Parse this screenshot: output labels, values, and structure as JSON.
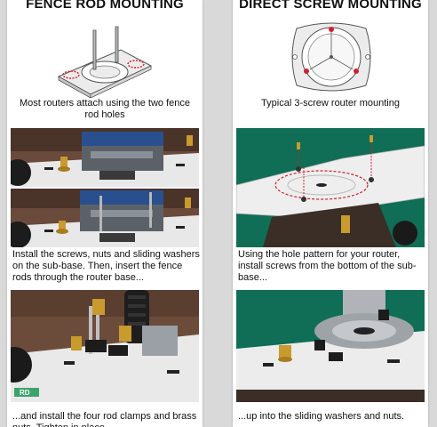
{
  "left": {
    "heading": "FENCE ROD MOUNTING",
    "diagram_caption": "Most routers attach using the two fence rod holes",
    "photos": [
      {
        "name": "router-on-subbase-photo"
      },
      {
        "name": "fence-rods-inserted-photo"
      }
    ],
    "caption_2": "Install the screws, nuts and sliding washers on the sub-base. Then, insert the fence rods through the router base...",
    "caption_3": "...and install the four rod clamps and brass nuts. Tighten in place.",
    "brand_text": "RD"
  },
  "right": {
    "heading": "DIRECT SCREW MOUNTING",
    "diagram_caption": "Typical 3-screw router mounting",
    "caption_2": "Using the hole pattern for your router, install screws from the bottom of the sub-base...",
    "caption_3": "...up into the sliding washers and nuts."
  },
  "colors": {
    "accent_red": "#d21f2b",
    "brass": "#c99a2e",
    "subbase_white": "#eeeeee",
    "router_blue": "#2a4f8f",
    "green_background": "#0f6e55"
  }
}
